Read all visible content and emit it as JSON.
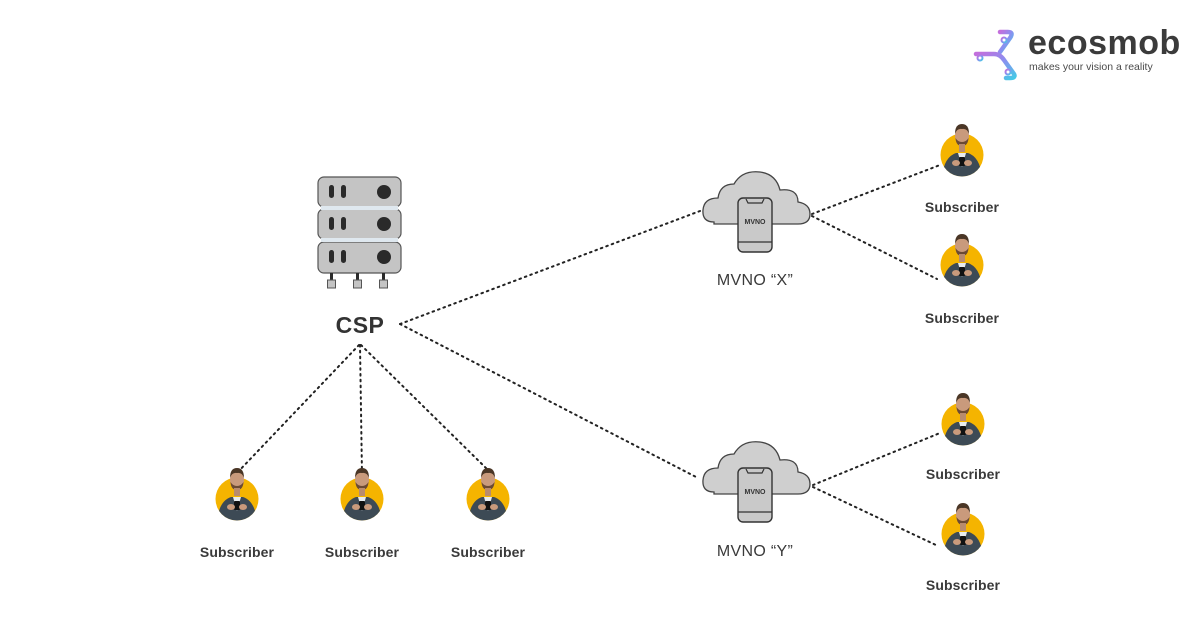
{
  "brand": {
    "name": "ecosmob",
    "tagline": "makes your vision a reality",
    "logo_icon": "tri-node-icon",
    "gradient_colors": [
      "#b86fe0",
      "#5aa6f0",
      "#4fc6e8"
    ]
  },
  "nodes": {
    "csp": {
      "label": "CSP",
      "icon": "server-rack-icon"
    },
    "mvno_x": {
      "label": "MVNO “X”",
      "icon": "cloud-phone-icon",
      "badge": "MVNO"
    },
    "mvno_y": {
      "label": "MVNO “Y”",
      "icon": "cloud-phone-icon",
      "badge": "MVNO"
    },
    "subscribers": [
      {
        "id": "csp-sub-1",
        "label": "Subscriber",
        "parent": "csp"
      },
      {
        "id": "csp-sub-2",
        "label": "Subscriber",
        "parent": "csp"
      },
      {
        "id": "csp-sub-3",
        "label": "Subscriber",
        "parent": "csp"
      },
      {
        "id": "x-sub-1",
        "label": "Subscriber",
        "parent": "mvno_x"
      },
      {
        "id": "x-sub-2",
        "label": "Subscriber",
        "parent": "mvno_x"
      },
      {
        "id": "y-sub-1",
        "label": "Subscriber",
        "parent": "mvno_y"
      },
      {
        "id": "y-sub-2",
        "label": "Subscriber",
        "parent": "mvno_y"
      }
    ]
  },
  "edges": [
    {
      "from": "csp",
      "to": "mvno_x",
      "style": "dotted"
    },
    {
      "from": "csp",
      "to": "mvno_y",
      "style": "dotted"
    },
    {
      "from": "csp",
      "to": "csp-sub-1",
      "style": "dotted"
    },
    {
      "from": "csp",
      "to": "csp-sub-2",
      "style": "dotted"
    },
    {
      "from": "csp",
      "to": "csp-sub-3",
      "style": "dotted"
    },
    {
      "from": "mvno_x",
      "to": "x-sub-1",
      "style": "dotted"
    },
    {
      "from": "mvno_x",
      "to": "x-sub-2",
      "style": "dotted"
    },
    {
      "from": "mvno_y",
      "to": "y-sub-1",
      "style": "dotted"
    },
    {
      "from": "mvno_y",
      "to": "y-sub-2",
      "style": "dotted"
    }
  ],
  "colors": {
    "avatar_ring": "#f5b400",
    "server_body": "#c4c4c4",
    "cloud_fill": "#cfcfcf",
    "outline": "#3c3c3c",
    "line": "#222222"
  }
}
